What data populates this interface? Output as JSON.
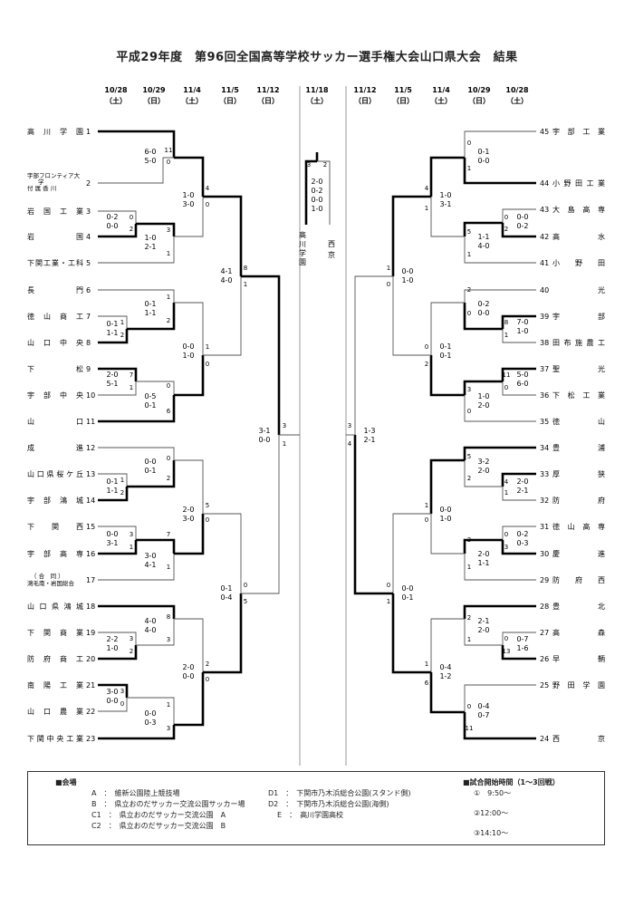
{
  "title": "平成29年度　第96回全国高等学校サッカー選手権大会山口県大会　結果",
  "dates_left": [
    {
      "date": "10/28",
      "day": "（土）"
    },
    {
      "date": "10/29",
      "day": "（日）"
    },
    {
      "date": "11/4",
      "day": "（土）"
    },
    {
      "date": "11/5",
      "day": "（日）"
    },
    {
      "date": "11/12",
      "day": "（日）"
    }
  ],
  "date_center": {
    "date": "11/18",
    "day": "（土）"
  },
  "dates_right": [
    {
      "date": "11/12",
      "day": "（日）"
    },
    {
      "date": "11/5",
      "day": "（日）"
    },
    {
      "date": "11/4",
      "day": "（土）"
    },
    {
      "date": "10/29",
      "day": "（日）"
    },
    {
      "date": "10/28",
      "day": "（土）"
    }
  ],
  "left_teams": [
    {
      "name": "高 川 学 園",
      "seed": "1"
    },
    {
      "name": "宇部フロンティア大学付属香川",
      "seed": "2"
    },
    {
      "name": "岩 国 工 業",
      "seed": "3"
    },
    {
      "name": "岩　　　国",
      "seed": "4"
    },
    {
      "name": "下関工業・工科",
      "seed": "5"
    },
    {
      "name": "長　　　門",
      "seed": "6"
    },
    {
      "name": "徳 山 商 工",
      "seed": "7"
    },
    {
      "name": "山 口 中 央",
      "seed": "8"
    },
    {
      "name": "下　　　松",
      "seed": "9"
    },
    {
      "name": "宇 部 中 央",
      "seed": "10"
    },
    {
      "name": "山　　　口",
      "seed": "11"
    },
    {
      "name": "成　　　進",
      "seed": "12"
    },
    {
      "name": "山口県桜ケ丘",
      "seed": "13"
    },
    {
      "name": "宇 部 鴻 城",
      "seed": "14"
    },
    {
      "name": "下　関　西",
      "seed": "15"
    },
    {
      "name": "宇 部 高 専",
      "seed": "16"
    },
    {
      "name": "（合同）鴻毛南・岩国総合",
      "seed": "17"
    },
    {
      "name": "山口県鴻城",
      "seed": "18"
    },
    {
      "name": "下 関 商 業",
      "seed": "19"
    },
    {
      "name": "防 府 商 工",
      "seed": "20"
    },
    {
      "name": "南 陽 工 業",
      "seed": "21"
    },
    {
      "name": "山 口 農 業",
      "seed": "22"
    },
    {
      "name": "下関中央工業",
      "seed": "23"
    }
  ],
  "right_teams": [
    {
      "name": "宇 部 工 業",
      "seed": "45"
    },
    {
      "name": "小野田工業",
      "seed": "44"
    },
    {
      "name": "大 島 高 専",
      "seed": "43"
    },
    {
      "name": "高　　　水",
      "seed": "42"
    },
    {
      "name": "小　野　田",
      "seed": "41"
    },
    {
      "name": "光",
      "seed": "40"
    },
    {
      "name": "宇　　　部",
      "seed": "39"
    },
    {
      "name": "田布施農工",
      "seed": "38"
    },
    {
      "name": "聖　　　光",
      "seed": "37"
    },
    {
      "name": "下 松 工 業",
      "seed": "36"
    },
    {
      "name": "徳　　　山",
      "seed": "35"
    },
    {
      "name": "豊　　　浦",
      "seed": "34"
    },
    {
      "name": "厚　　　狭",
      "seed": "33"
    },
    {
      "name": "防　　　府",
      "seed": "32"
    },
    {
      "name": "徳 山 高 専",
      "seed": "31"
    },
    {
      "name": "慶　　　進",
      "seed": "30"
    },
    {
      "name": "防 府 西",
      "seed": "29"
    },
    {
      "name": "豊　　　北",
      "seed": "28"
    },
    {
      "name": "高　　　森",
      "seed": "27"
    },
    {
      "name": "早　　　鞆",
      "seed": "26"
    },
    {
      "name": "野 田 学 園",
      "seed": "25"
    },
    {
      "name": "西　　　京",
      "seed": "24"
    }
  ],
  "finalists": {
    "left": "高川学園",
    "right": "西京"
  },
  "venue": {
    "header": "■会場",
    "items": [
      {
        "code": "A",
        "sep": "：",
        "name": "維新公園陸上競技場"
      },
      {
        "code": "B",
        "sep": "：",
        "name": "県立おのだサッカー交流公園サッカー場"
      },
      {
        "code": "C1",
        "sep": "：",
        "name": "県立おのだサッカー交流公園　A"
      },
      {
        "code": "C2",
        "sep": "：",
        "name": "県立おのだサッカー交流公園　B"
      },
      {
        "code": "D1",
        "sep": "：",
        "name": "下関市乃木浜総合公園(スタンド側)"
      },
      {
        "code": "D2",
        "sep": "：",
        "name": "下関市乃木浜総合公園(海側)"
      },
      {
        "code": "E",
        "sep": "：",
        "name": "高川学園高校"
      }
    ]
  },
  "times": {
    "header": "■試合開始時間（1～3回戦）",
    "items": [
      "①　9:50～",
      "②12:00～",
      "③14:10～"
    ]
  }
}
